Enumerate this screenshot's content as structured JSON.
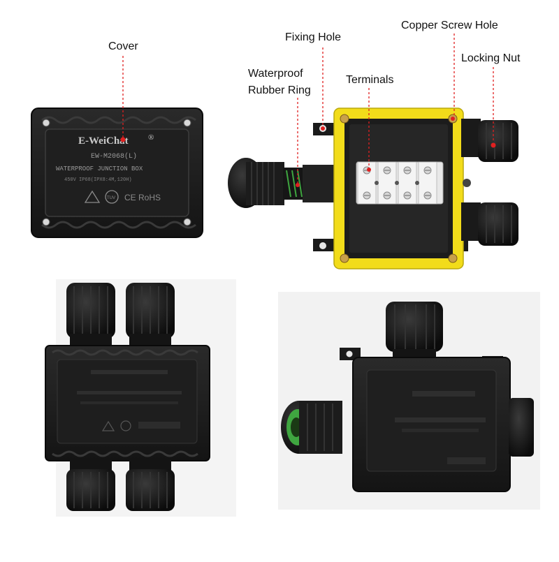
{
  "callouts": {
    "cover": "Cover",
    "fixing_hole": "Fixing Hole",
    "copper_screw_hole": "Copper Screw Hole",
    "locking_nut": "Locking Nut",
    "waterproof_rubber_ring": [
      "Waterproof",
      "Rubber Ring"
    ],
    "terminals": "Terminals"
  },
  "cover_print": {
    "brand": "E-WeiChat",
    "registered": "®",
    "model": "EW-M2068(L)",
    "product": "WATERPROOF JUNCTION BOX",
    "spec": "450V  IP68(IPX8:4M,120H)",
    "marks": "CE RoHS",
    "cert": "TUV"
  },
  "colors": {
    "body_black": "#1c1c1c",
    "seal_yellow": "#f2dc1a",
    "terminal_white": "#e8e8e8",
    "leader_red": "#e02020",
    "ring_green": "#3fa640"
  }
}
